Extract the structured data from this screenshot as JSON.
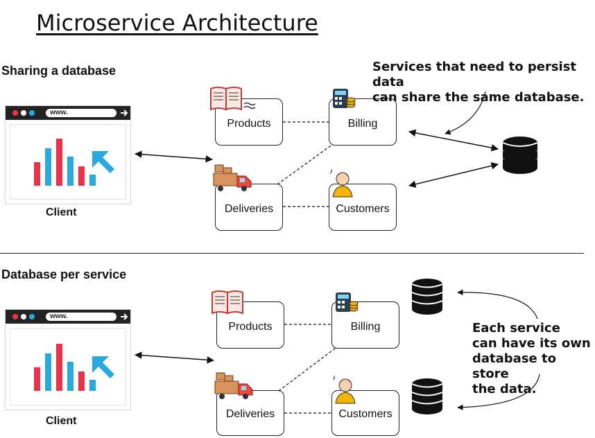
{
  "title": "Microservice Architecture",
  "shared": {
    "heading": "Sharing a database",
    "client_url": "www.",
    "client_label": "Client",
    "services": {
      "products": "Products",
      "billing": "Billing",
      "deliveries": "Deliveries",
      "customers": "Customers"
    },
    "note_line1": "Services that need to persist data",
    "note_line2": "can share the same database."
  },
  "per_service": {
    "heading": "Database per service",
    "client_url": "www.",
    "client_label": "Client",
    "services": {
      "products": "Products",
      "billing": "Billing",
      "deliveries": "Deliveries",
      "customers": "Customers"
    },
    "note_line1": "Each service",
    "note_line2": "can have its own",
    "note_line3": "database to store",
    "note_line4": "the data."
  },
  "colors": {
    "bar_red": "#e8334d",
    "bar_blue": "#2aa9e0",
    "cursor": "#2aa9e0",
    "database": "#111111",
    "dot_red": "#e8334d",
    "dot_white": "#ffffff",
    "dot_blue": "#2aa9e0"
  },
  "icons": {
    "products": "open-book-icon",
    "billing": "calculator-coins-icon",
    "deliveries": "delivery-truck-icon",
    "customers": "customer-person-icon",
    "database": "database-icon",
    "cursor": "cursor-arrow-icon",
    "forward": "forward-arrow-icon"
  }
}
